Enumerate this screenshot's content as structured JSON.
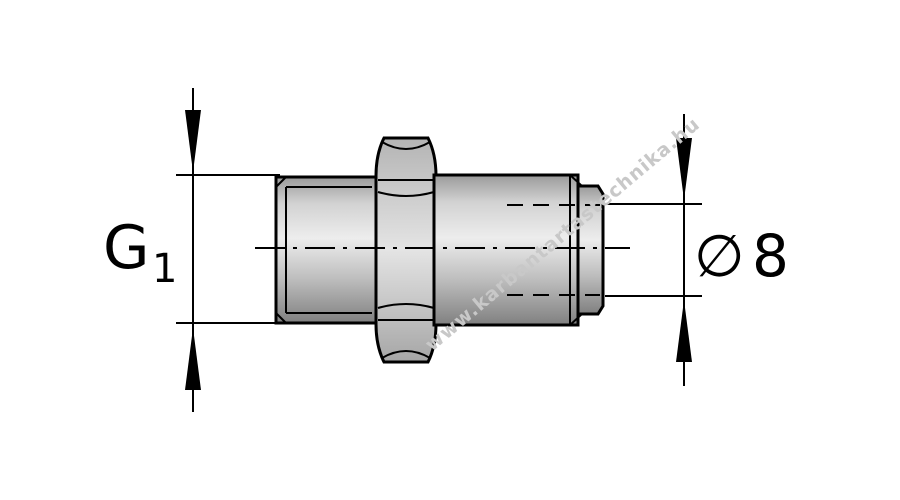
{
  "labels": {
    "g_letter": "G",
    "g_subscript": "1",
    "diameter_symbol": "∅",
    "diameter_value": "8"
  },
  "watermark": "www.karbantartastechnika.hu",
  "colors": {
    "outline": "#000000",
    "metal_light": "#e6e6e6",
    "metal_mid": "#c4c4c4",
    "metal_dark": "#8c8c8c",
    "watermark": "#c8c8c8"
  }
}
